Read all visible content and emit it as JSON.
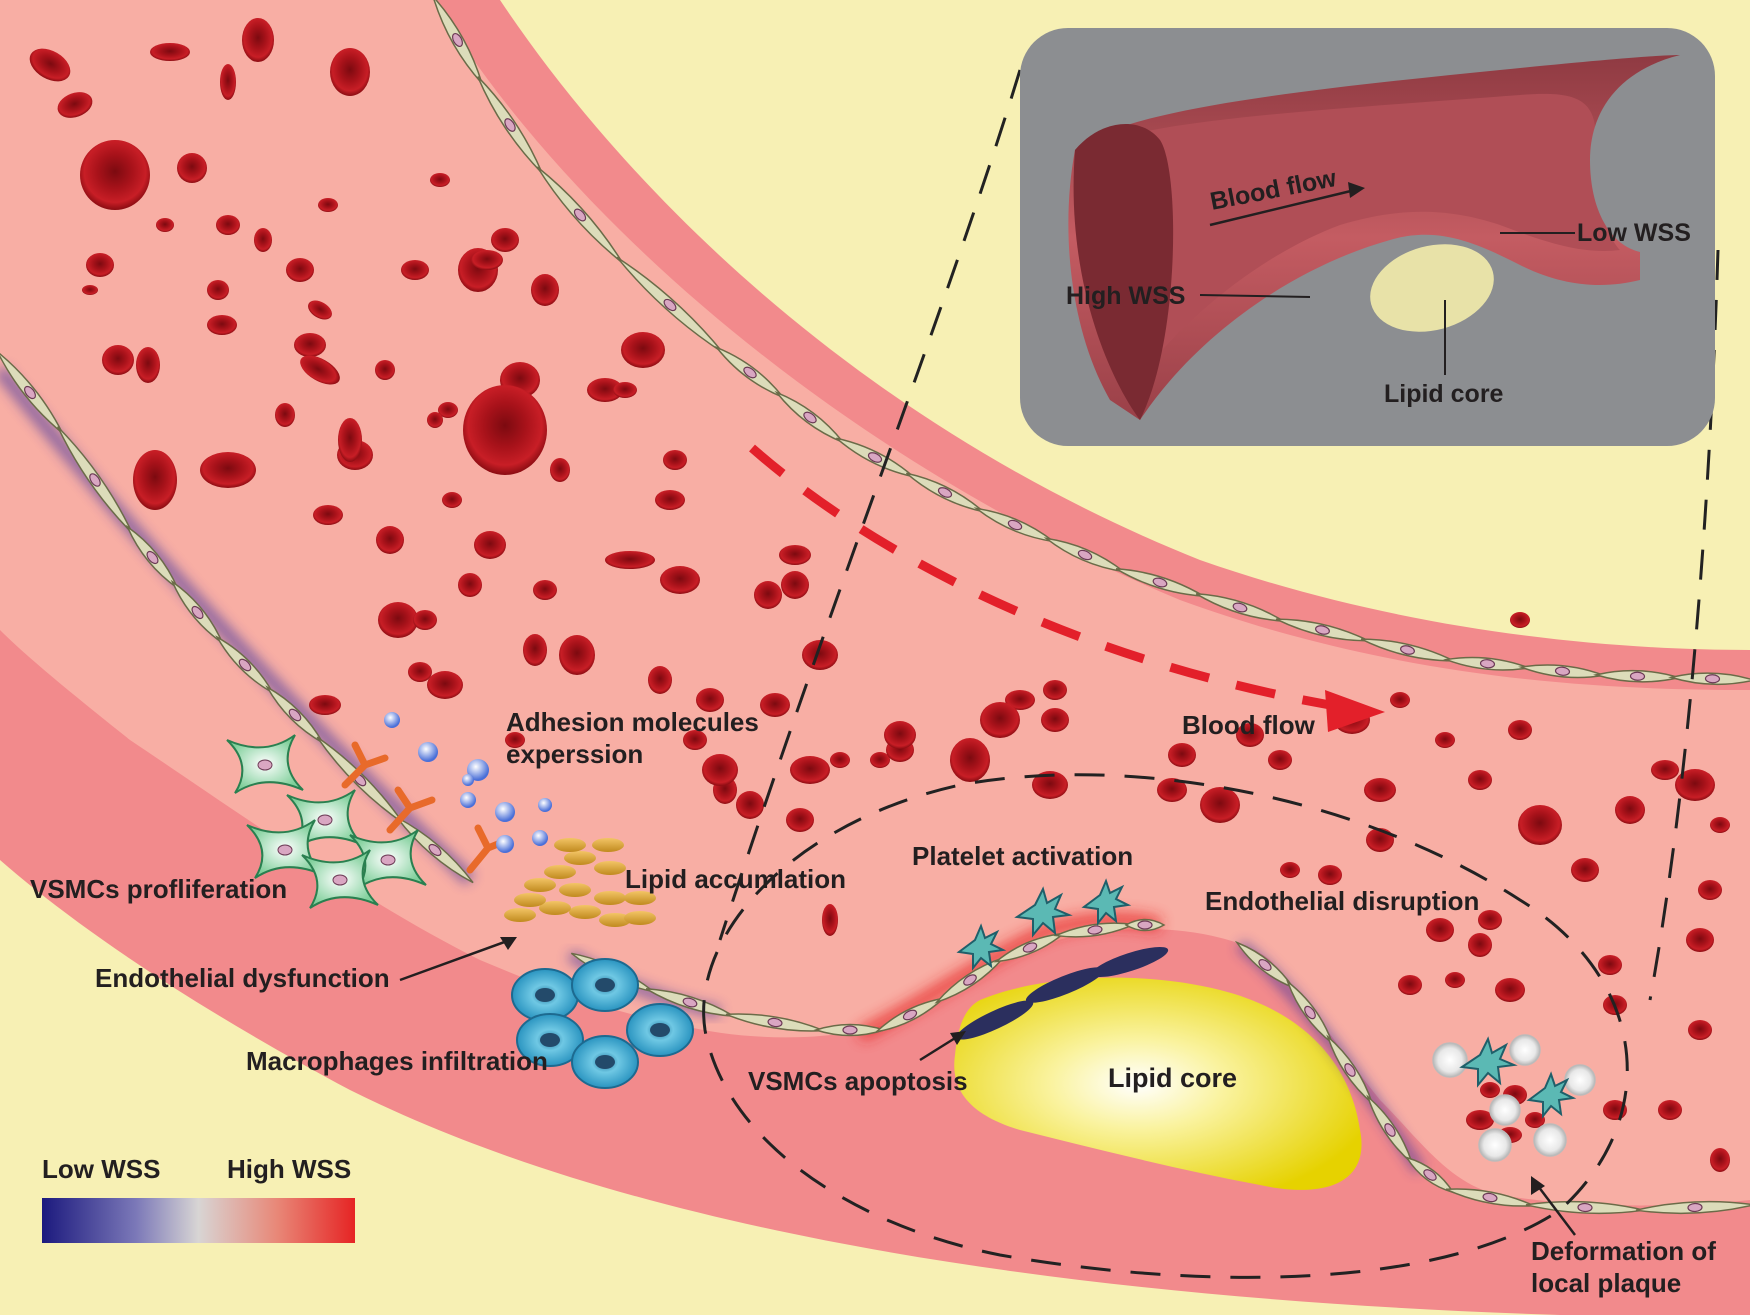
{
  "labels": {
    "adhesion_line1": "Adhesion molecules",
    "adhesion_line2": "experssion",
    "vsmc_prolif": "VSMCs profliferation",
    "lipid_accum": "Lipid accumlation",
    "endo_dysfunction": "Endothelial dysfunction",
    "macrophages": "Macrophages infiltration",
    "vsmc_apoptosis": "VSMCs apoptosis",
    "platelet": "Platelet activation",
    "endo_disruption": "Endothelial disruption",
    "blood_flow": "Blood flow",
    "lipid_core": "Lipid core",
    "deformation_line1": "Deformation of",
    "deformation_line2": "local plaque"
  },
  "inset": {
    "blood_flow": "Blood flow",
    "low_wss": "Low WSS",
    "high_wss": "High WSS",
    "lipid_core": "Lipid core"
  },
  "legend": {
    "low": "Low WSS",
    "high": "High WSS",
    "gradient_colors": [
      "#1c1a7e",
      "#7b78b8",
      "#d8d5d4",
      "#e88878",
      "#e62424"
    ]
  },
  "colors": {
    "background": "#f7f0b4",
    "vessel_wall": "#f28a8c",
    "lumen": "#f8aea4",
    "rbc": "#b0141c",
    "lipid_core": "#e8d500",
    "flow_arrow": "#e3202a",
    "inset_bg": "#8c8e91"
  }
}
